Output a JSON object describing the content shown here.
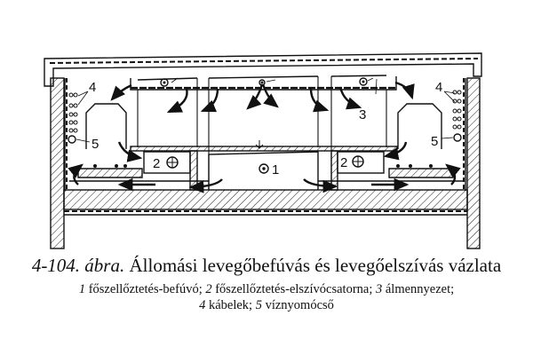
{
  "figure": {
    "labels": {
      "blower": "1",
      "exhaust_duct": "2",
      "false_ceiling": "3",
      "cables": "4",
      "water_pipe": "5"
    }
  },
  "caption": {
    "number": "4-104. ábra.",
    "title": "Állomási levegőbefúvás és levegőelszívás vázlata",
    "legend": [
      {
        "num": "1",
        "text": "főszellőztetés-befúvó;"
      },
      {
        "num": "2",
        "text": "főszellőztetés-elszívócsatorna;"
      },
      {
        "num": "3",
        "text": "álmennyezet;"
      },
      {
        "num": "4",
        "text": "kábelek;"
      },
      {
        "num": "5",
        "text": "víznyomócső"
      }
    ]
  }
}
